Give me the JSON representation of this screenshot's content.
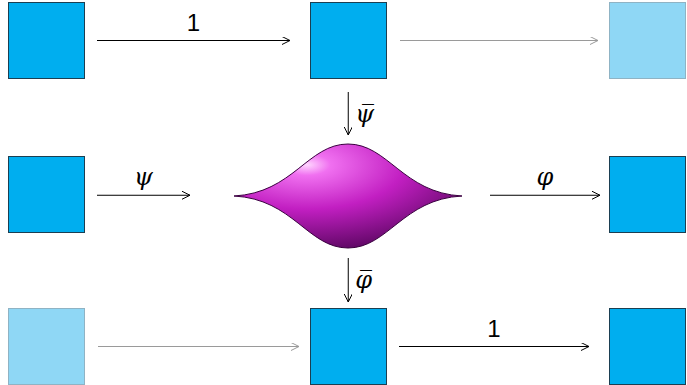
{
  "diagram": {
    "nodes": [
      {
        "text": []
      },
      {
        "text": []
      },
      {
        "text": []
      },
      {
        "text": []
      },
      {
        "text": []
      },
      {
        "text": []
      },
      {
        "text": []
      },
      {
        "text": []
      },
      {
        "text": []
      }
    ],
    "edges": [
      {
        "from": 0,
        "to": 1,
        "label": "1",
        "arrow": "to"
      },
      {
        "from": 1,
        "to": 2,
        "arrow": "to"
      },
      {
        "from": 1,
        "to": 4,
        "label": "ψ̅",
        "arrow": "to"
      },
      {
        "from": 3,
        "to": 4,
        "label": "ψ",
        "arrow": "to"
      },
      {
        "from": 4,
        "to": 5,
        "label": "φ",
        "arrow": "to"
      },
      {
        "from": 4,
        "to": 7,
        "label": "φ̅",
        "arrow": "to"
      },
      {
        "from": 6,
        "to": 7,
        "arrow": "to"
      },
      {
        "from": 7,
        "to": 8,
        "label": "1",
        "arrow": "to"
      }
    ]
  }
}
